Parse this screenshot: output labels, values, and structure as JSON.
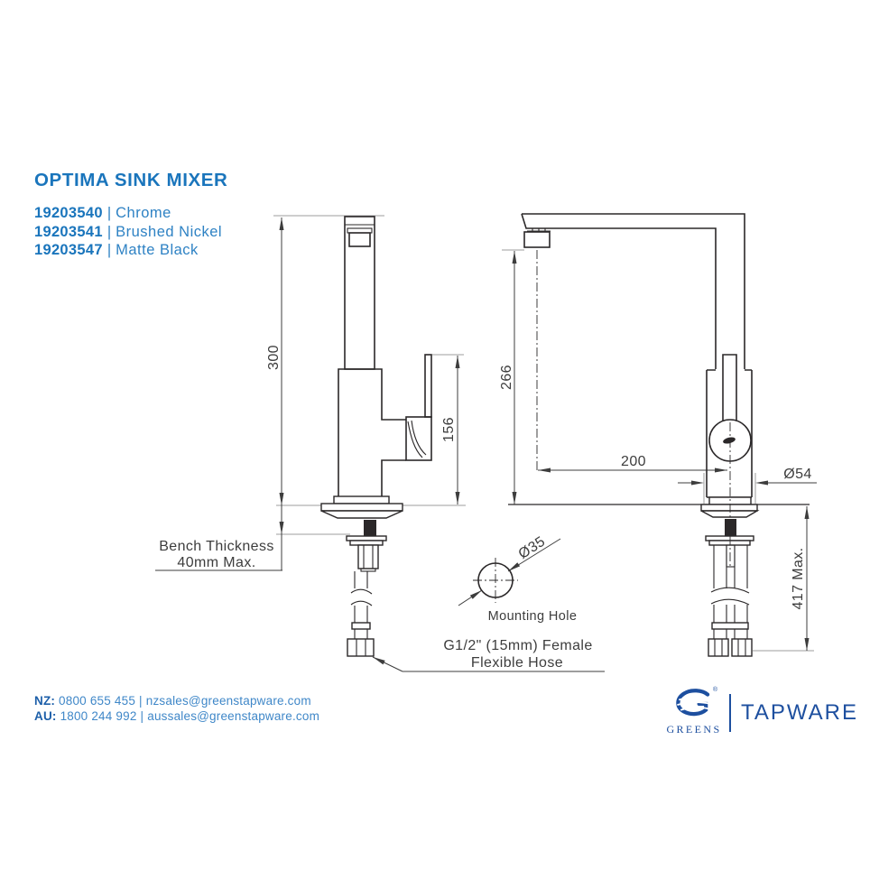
{
  "header": {
    "title": "OPTIMA SINK MIXER",
    "products": [
      {
        "code": "19203540",
        "sep": "|",
        "finish": "Chrome"
      },
      {
        "code": "19203541",
        "sep": "|",
        "finish": "Brushed Nickel"
      },
      {
        "code": "19203547",
        "sep": "|",
        "finish": "Matte Black"
      }
    ]
  },
  "drawing": {
    "side_view": {
      "height_dim": "300",
      "handle_height_dim": "156",
      "bench_note_line1": "Bench Thickness",
      "bench_note_line2": "40mm Max."
    },
    "front_view": {
      "spout_height_dim": "266",
      "reach_dim": "200",
      "base_diameter_dim": "Ø54",
      "install_height_dim": "417 Max."
    },
    "mounting_hole": {
      "diameter_dim": "Ø35",
      "label": "Mounting Hole"
    },
    "hose_note_line1": "G1/2\" (15mm) Female",
    "hose_note_line2": "Flexible Hose"
  },
  "footer": {
    "contacts": [
      {
        "region": "NZ:",
        "phone": "0800 655 455",
        "sep": "|",
        "email": "nzsales@greenstapware.com"
      },
      {
        "region": "AU:",
        "phone": "1800 244 992",
        "sep": "|",
        "email": "aussales@greenstapware.com"
      }
    ],
    "logo": {
      "brand": "GREENS",
      "registered": "®",
      "wordmark": "TAPWARE"
    }
  },
  "colors": {
    "title-blue": "#1a75bc",
    "finish-blue": "#2e82c4",
    "footer-label-blue": "#1d5fa9",
    "footer-text-blue": "#3f87c8",
    "logo-navy": "#1d4f9f",
    "line-dark": "#2b2829",
    "line-gray": "#9c9c9c",
    "dim-text": "#3d3d3d"
  }
}
